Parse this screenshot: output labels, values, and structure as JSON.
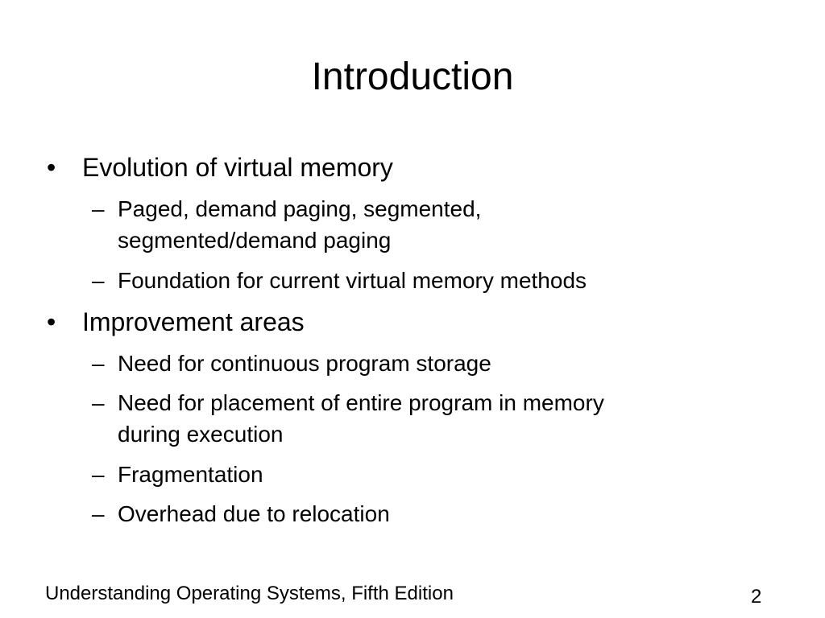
{
  "slide": {
    "title": "Introduction",
    "bullets": [
      {
        "text": "Evolution of virtual memory",
        "sub": [
          {
            "lines": [
              "Paged, demand paging, segmented,",
              "segmented/demand paging"
            ]
          },
          {
            "lines": [
              "Foundation for current virtual memory methods"
            ]
          }
        ]
      },
      {
        "text": "Improvement areas",
        "sub": [
          {
            "lines": [
              "Need for continuous program storage"
            ]
          },
          {
            "lines": [
              "Need for placement of entire program in memory",
              "during execution"
            ]
          },
          {
            "lines": [
              "Fragmentation"
            ]
          },
          {
            "lines": [
              "Overhead due to relocation"
            ]
          }
        ]
      }
    ],
    "markers": {
      "bullet": "•",
      "dash": "–"
    },
    "footer": {
      "text": "Understanding Operating Systems, Fifth Edition",
      "page_number": "2"
    }
  }
}
